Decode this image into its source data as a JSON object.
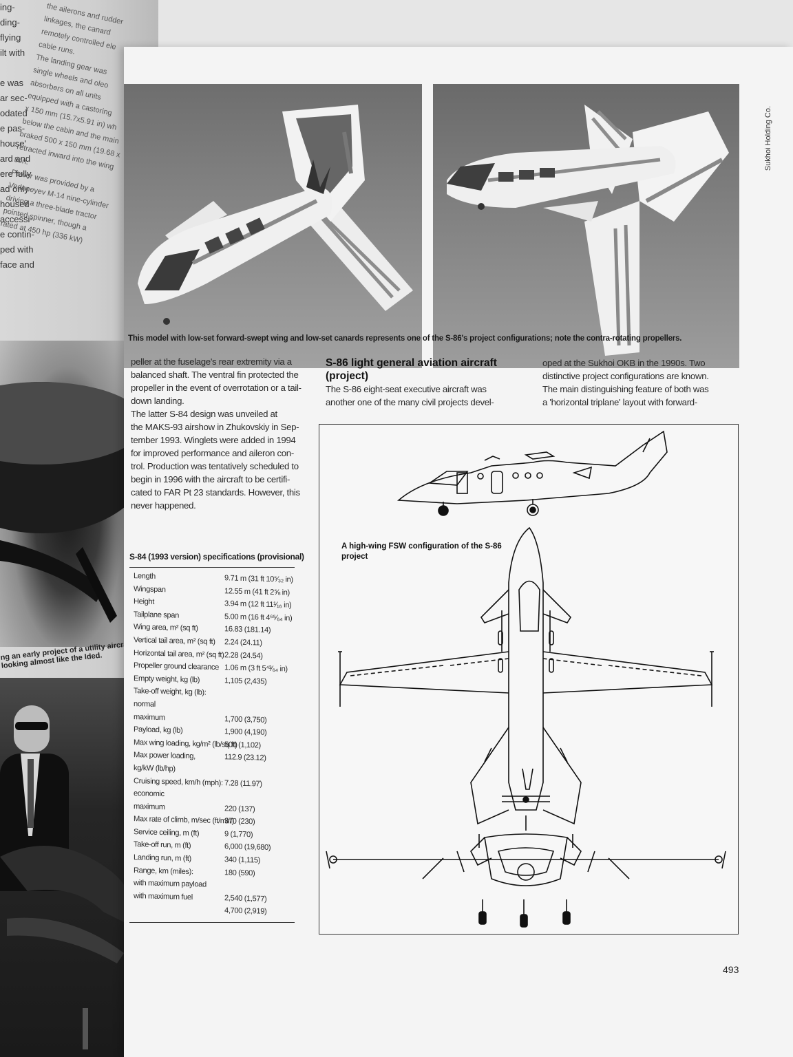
{
  "left_page": {
    "fragments": [
      "ing-",
      "ding-",
      "flying",
      "ilt with",
      "",
      "e was",
      "ar sec-",
      "odated",
      "e pas-",
      "house'",
      "ard and",
      "ere fully",
      "ad only",
      "housed",
      "accessi-",
      "e contin-",
      "ped with",
      "face and"
    ],
    "rotated_fragments": [
      "the ailerons and rudder",
      "linkages, the canard",
      "remotely controlled ele",
      "cable runs.",
      "The landing gear was",
      "single wheels and oleo",
      "absorbers on all units",
      "equipped with a castoring",
      "x 150 mm (15.7x5.91 in) wh",
      "below the cabin and the main",
      "braked 500 x 150 mm (19.68 x",
      "retracted inward into the wing",
      "tion.",
      "Power was provided by a",
      "Vedeneyev M-14 nine-cylinder",
      "driving a three-blade tractor",
      "pointed spinner, though a",
      "rated at 450 hp (336 kW)"
    ],
    "caption": "ng an early project of a utility aircraft looking almost like the lded."
  },
  "photo_credit": "Sukhoi Holding Co.",
  "photo_caption": "This model with low-set forward-swept wing and low-set canards represents one of the S-86's project configurations; note the contra-rotating propellers.",
  "col1_lines": [
    "peller at the fuselage's rear extremity via a",
    "balanced shaft. The ventral fin protected the",
    "propeller in the event of overrotation or a tail-",
    "down landing.",
    "   The latter S-84 design was unveiled at",
    "the MAKS-93 airshow in Zhukovskiy in Sep-",
    "tember 1993. Winglets were added in 1994",
    "for improved performance and aileron con-",
    "trol. Production was tentatively scheduled to",
    "begin in 1996 with the aircraft to be certifi-",
    "cated to FAR Pt 23 standards. However, this",
    "never happened."
  ],
  "section_heading": [
    "S-86 light general aviation aircraft",
    "(project)"
  ],
  "col2_lines": [
    "The S-86 eight-seat executive aircraft was",
    "another one of the many civil projects devel-"
  ],
  "col3_lines": [
    "oped at the Sukhoi OKB in the 1990s. Two",
    "distinctive project configurations are known.",
    "The main distinguishing feature of both was",
    "a 'horizontal triplane' layout with forward-"
  ],
  "specs": {
    "title": "S-84 (1993 version) specifications (provisional)",
    "rows": [
      {
        "label": "Length",
        "value": "9.71 m (31 ft 10⁵⁄₃₂ in)"
      },
      {
        "label": "Wingspan",
        "value": "12.55 m (41 ft 2⅝ in)"
      },
      {
        "label": "Height",
        "value": "3.94 m (12 ft 11¹⁄₁₆ in)"
      },
      {
        "label": "Tailplane span",
        "value": "5.00 m (16 ft 4⁶⁵⁄₆₄ in)"
      },
      {
        "label": "Wing area, m² (sq ft)",
        "value": "16.83 (181.14)"
      },
      {
        "label": "Vertical tail area, m² (sq ft)",
        "value": "2.24 (24.11)"
      },
      {
        "label": "Horizontal tail area, m² (sq ft)",
        "value": "2.28 (24.54)"
      },
      {
        "label": "Propeller ground clearance",
        "value": "1.06 m (3 ft 5⁴³⁄₆₄ in)"
      },
      {
        "label": "Empty weight, kg (lb)",
        "value": "1,105 (2,435)"
      },
      {
        "label": "Take-off weight, kg (lb):",
        "value": ""
      },
      {
        "label": "   normal",
        "value": ""
      },
      {
        "label": "   maximum",
        "value": "1,700 (3,750)"
      },
      {
        "label": "Payload, kg (lb)",
        "value": "1,900 (4,190)"
      },
      {
        "label": "Max wing loading, kg/m² (lb/sq ft)",
        "value": "500 (1,102)"
      },
      {
        "label": "Max power loading,",
        "value": "112.9 (23.12)"
      },
      {
        "label": "kg/kW (lb/hp)",
        "value": ""
      },
      {
        "label": "Cruising speed, km/h (mph):",
        "value": "7.28 (11.97)"
      },
      {
        "label": "   economic",
        "value": ""
      },
      {
        "label": "   maximum",
        "value": "220 (137)"
      },
      {
        "label": "Max rate of climb, m/sec (ft/min)",
        "value": "370 (230)"
      },
      {
        "label": "Service ceiling, m (ft)",
        "value": "9 (1,770)"
      },
      {
        "label": "Take-off run, m (ft)",
        "value": "6,000 (19,680)"
      },
      {
        "label": "Landing run, m (ft)",
        "value": "340 (1,115)"
      },
      {
        "label": "Range, km (miles):",
        "value": "180 (590)"
      },
      {
        "label": "   with maximum payload",
        "value": ""
      },
      {
        "label": "   with maximum fuel",
        "value": "2,540 (1,577)"
      },
      {
        "label": "",
        "value": "4,700 (2,919)"
      }
    ]
  },
  "drawing_caption": "A high-wing FSW configuration of the S-86 project",
  "page_number": "493"
}
